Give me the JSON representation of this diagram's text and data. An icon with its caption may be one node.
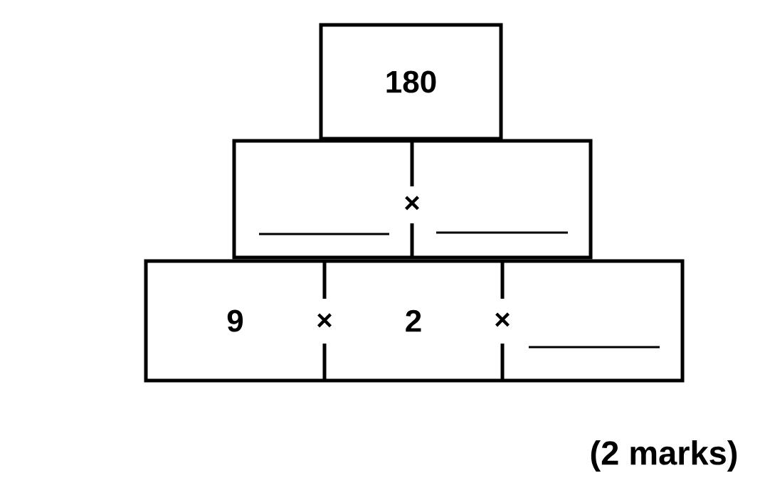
{
  "diagram": {
    "nodes": [
      {
        "text": [
          "180"
        ]
      },
      {
        "text": [],
        "shape": "box"
      },
      {
        "text": [],
        "shape": "box"
      },
      {
        "text": [
          "9"
        ]
      },
      {
        "text": [
          "2"
        ]
      },
      {
        "text": [],
        "shape": "box"
      }
    ],
    "labels": [
      "×",
      "×",
      "×",
      "(2 marks)"
    ]
  }
}
